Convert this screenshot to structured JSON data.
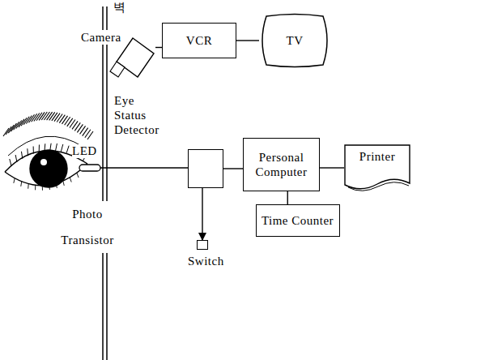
{
  "diagram": {
    "nodes": [
      {
        "text": [
          "Camera"
        ]
      },
      {
        "text": [
          "VCR"
        ]
      },
      {
        "text": [
          "TV"
        ]
      },
      {
        "text": [
          "Eye Status Detector"
        ]
      },
      {
        "text": [
          "Personal Computer"
        ]
      },
      {
        "text": [
          "Printer"
        ]
      },
      {
        "text": [
          "Time Counter"
        ]
      },
      {
        "text": [
          "Switch"
        ]
      }
    ],
    "edges": [
      {
        "from": 0,
        "to": 1,
        "arrow": "none"
      },
      {
        "from": 1,
        "to": 2,
        "arrow": "none"
      },
      {
        "from": 3,
        "to": 4,
        "arrow": "none"
      },
      {
        "from": 4,
        "to": 5,
        "arrow": "none"
      },
      {
        "from": 4,
        "to": 6,
        "arrow": "none"
      },
      {
        "from": 3,
        "to": 7,
        "arrow": "to"
      }
    ],
    "labels": [
      "벽",
      "LED",
      "Photo Transistor"
    ]
  }
}
